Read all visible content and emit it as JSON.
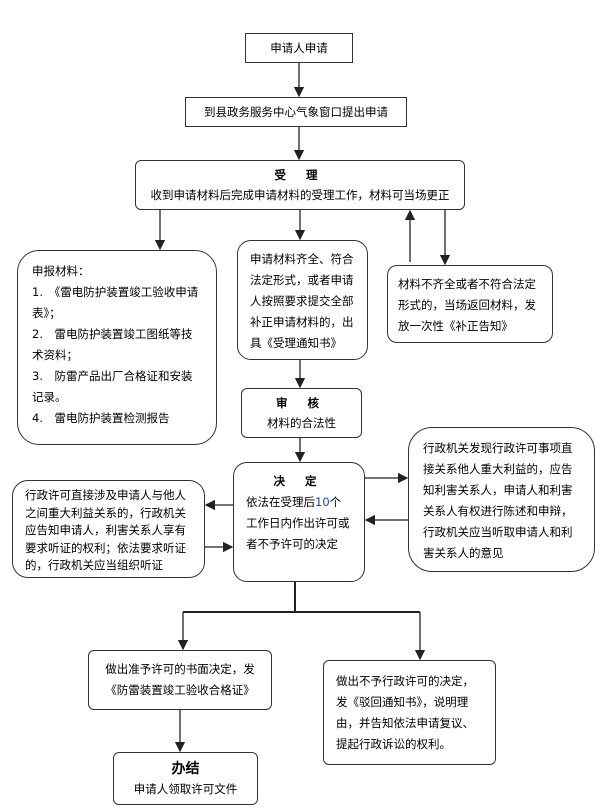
{
  "apply": "申请人申请",
  "submit": "到县政务服务中心气象窗口提出申请",
  "accept": {
    "title": "受 理",
    "text": "收到申请材料后完成申请材料的受理工作，材料可当场更正"
  },
  "materials": {
    "title": "申报材料：",
    "items": [
      "1.　《雷电防护装置竣工验收申请表》；",
      "2.　雷电防护装置竣工图纸等技术资料；",
      "3.　防雷产品出厂合格证和安装记录。",
      "4.　雷电防护装置检测报告"
    ]
  },
  "complete": "申请材料齐全、符合法定形式，或者申请人按照要求提交全部补正申请材料的，出具《受理通知书》",
  "incomplete": "材料不齐全或者不符合法定形式的，当场返回材料，发放一次性《补正告知》",
  "review": {
    "title": "审 核",
    "text": "材料的合法性"
  },
  "decision": {
    "title": "决 定",
    "pre": "依法在受理后",
    "days": "10",
    "post": "个工作日内作出许可或者不予许可的决定"
  },
  "hearing": "行政许可直接涉及申请人与他人之间重大利益关系的，行政机关应告知申请人，利害关系人享有要求听证的权利；依法要求听证的，行政机关应当组织听证",
  "statement": "行政机关发现行政许可事项直接关系他人重大利益的，应告知利害关系人，申请人和利害关系人有权进行陈述和申辩，行政机关应当听取申请人和利害关系人的意见",
  "grant": "做出准予许可的书面决定，发《防雷装置竣工验收合格证》",
  "deny": "做出不予行政许可的决定，发《驳回通知书》，说明理由，并告知依法申请复议、提起行政诉讼的权利。",
  "finish": {
    "title": "办结",
    "text": "申请人领取许可文件"
  }
}
